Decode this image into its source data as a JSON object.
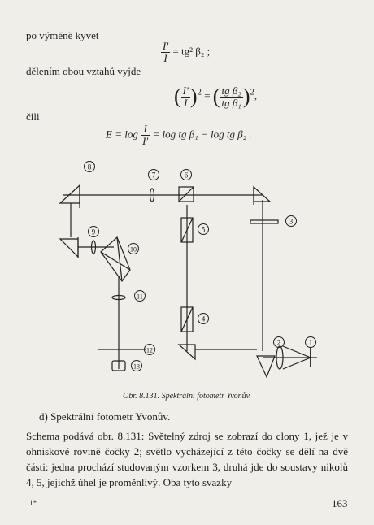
{
  "text": {
    "line1": "po výměně kyvet",
    "line2": "dělením obou vztahů vyjde",
    "line3": "čili"
  },
  "equations": {
    "eq1": {
      "lhs_num": "I′",
      "lhs_den": "I",
      "rhs": "= tg² β₂ ;"
    },
    "eq2": {
      "lhs_num": "I′",
      "lhs_den": "I",
      "lhs_exp": "2",
      "rhs_num": "tg β₂",
      "rhs_den": "tg β₁",
      "rhs_exp": "2",
      "tail": ","
    },
    "eq3": {
      "lead": "E = log",
      "frac_num": "I",
      "frac_den": "I′",
      "tail": "= log tg β₁ − log tg β₂ ."
    }
  },
  "figure": {
    "labels": [
      "1",
      "2",
      "3",
      "4",
      "5",
      "6",
      "7",
      "8",
      "9",
      "10",
      "11",
      "12",
      "13"
    ],
    "caption": "Obr. 8.131. Spektrální fotometr Yvonův."
  },
  "section_heading": "d) Spektrální fotometr Yvonův.",
  "body_paragraph": "Schema podává obr. 8.131: Světelný zdroj se zobrazí do clony 1, jež je v ohniskové rovině čočky 2; světlo vycházející z této čočky se dělí na dvě části: jedna prochází studovaným vzorkem 3, druhá jde do soustavy nikolů 4, 5, jejichž úhel je proměnlivý. Oba tyto svazky",
  "footer": {
    "signature": "11*",
    "page_number": "163"
  }
}
